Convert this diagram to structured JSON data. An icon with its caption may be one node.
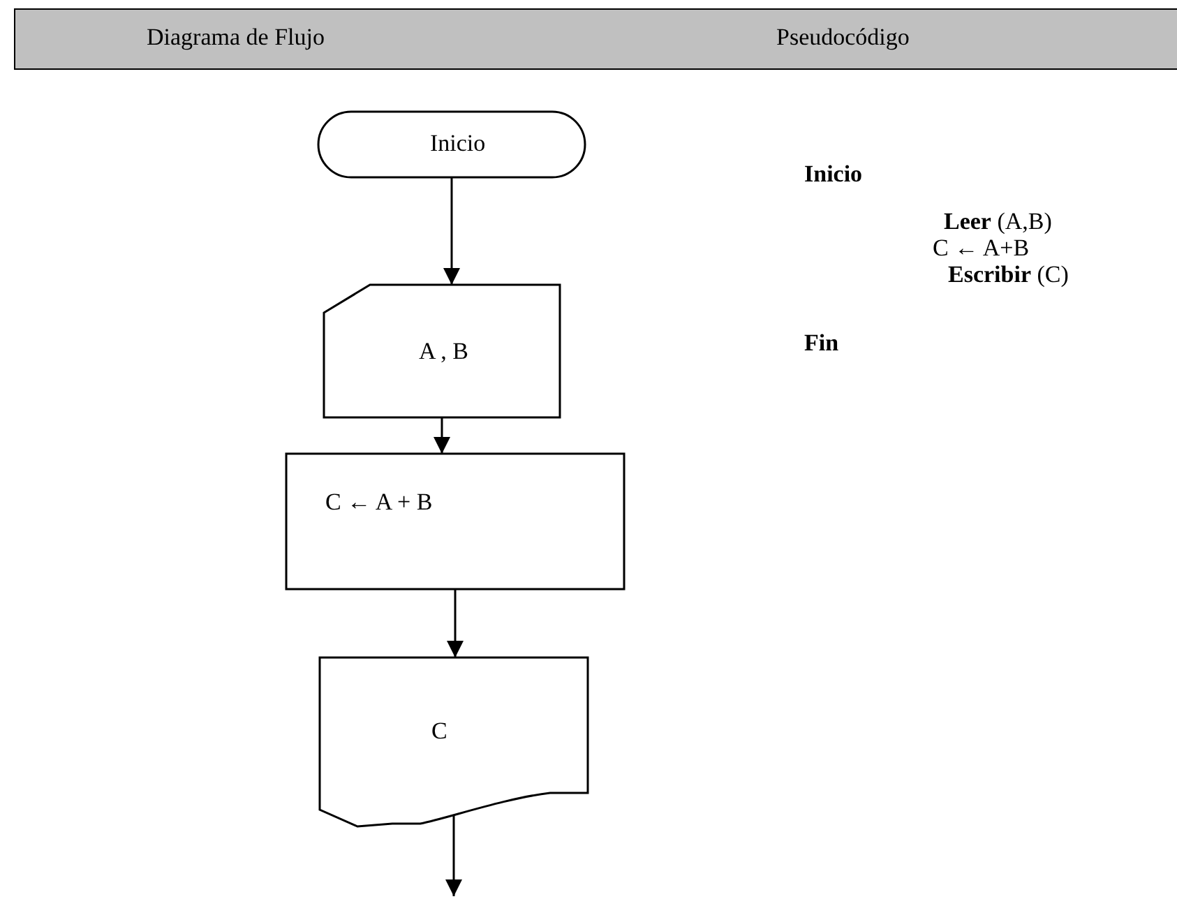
{
  "diagram": {
    "nodes": [
      {
        "text": [
          "Inicio"
        ]
      },
      {
        "text": [
          "A , B"
        ]
      },
      {
        "text": [
          "C ← A + B"
        ]
      },
      {
        "text": [
          "C"
        ]
      }
    ],
    "edges": [
      {
        "from": 0,
        "to": 1,
        "arrow": "to"
      },
      {
        "from": 1,
        "to": 2,
        "arrow": "to"
      },
      {
        "from": 2,
        "to": 3,
        "arrow": "to"
      },
      {
        "from": 3,
        "to": null,
        "arrow": "to"
      }
    ],
    "labels": [
      "Diagrama de Flujo",
      "Pseudocódigo",
      "Inicio",
      "**Leer** (A,B)",
      "C ← A+B",
      "**Escribir** (C)",
      "Fin"
    ]
  }
}
